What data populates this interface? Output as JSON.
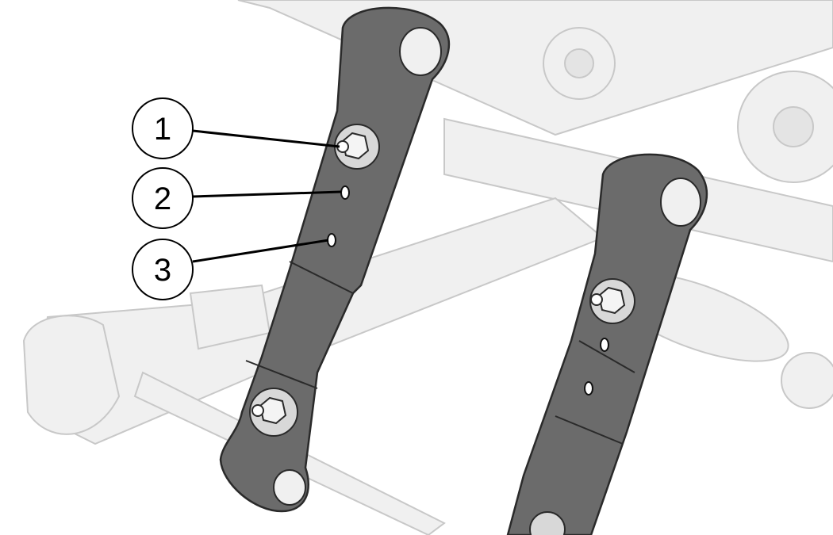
{
  "callouts": [
    {
      "number": "1",
      "target": "bolt"
    },
    {
      "number": "2",
      "target": "upper-adjustment-hole"
    },
    {
      "number": "3",
      "target": "lower-adjustment-hole"
    }
  ],
  "colors": {
    "link": "#6b6b6b",
    "link_edge": "#2a2a2a",
    "ghost": "#ececec",
    "ghost_edge": "#c8c8c8",
    "bolt": "#d8d8d8"
  }
}
